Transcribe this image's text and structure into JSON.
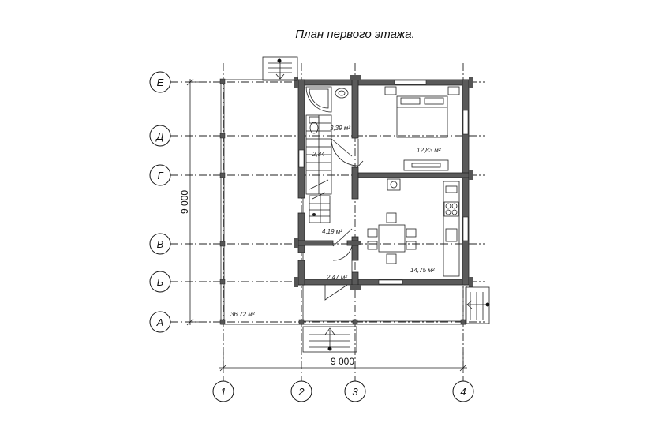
{
  "title": "План первого этажа.",
  "axes_letters": [
    "Е",
    "Д",
    "Г",
    "В",
    "Б",
    "А"
  ],
  "axes_numbers": [
    "1",
    "2",
    "3",
    "4"
  ],
  "dimensions": {
    "height": "9 000",
    "width": "9 000"
  },
  "areas": {
    "bathroom": "3,39 м²",
    "stairs": "2,84",
    "bedroom": "12,83 м²",
    "hall": "4,19 м²",
    "entry": "2,47 м²",
    "kitchen": "14,75 м²",
    "terrace": "36,72 м²"
  }
}
